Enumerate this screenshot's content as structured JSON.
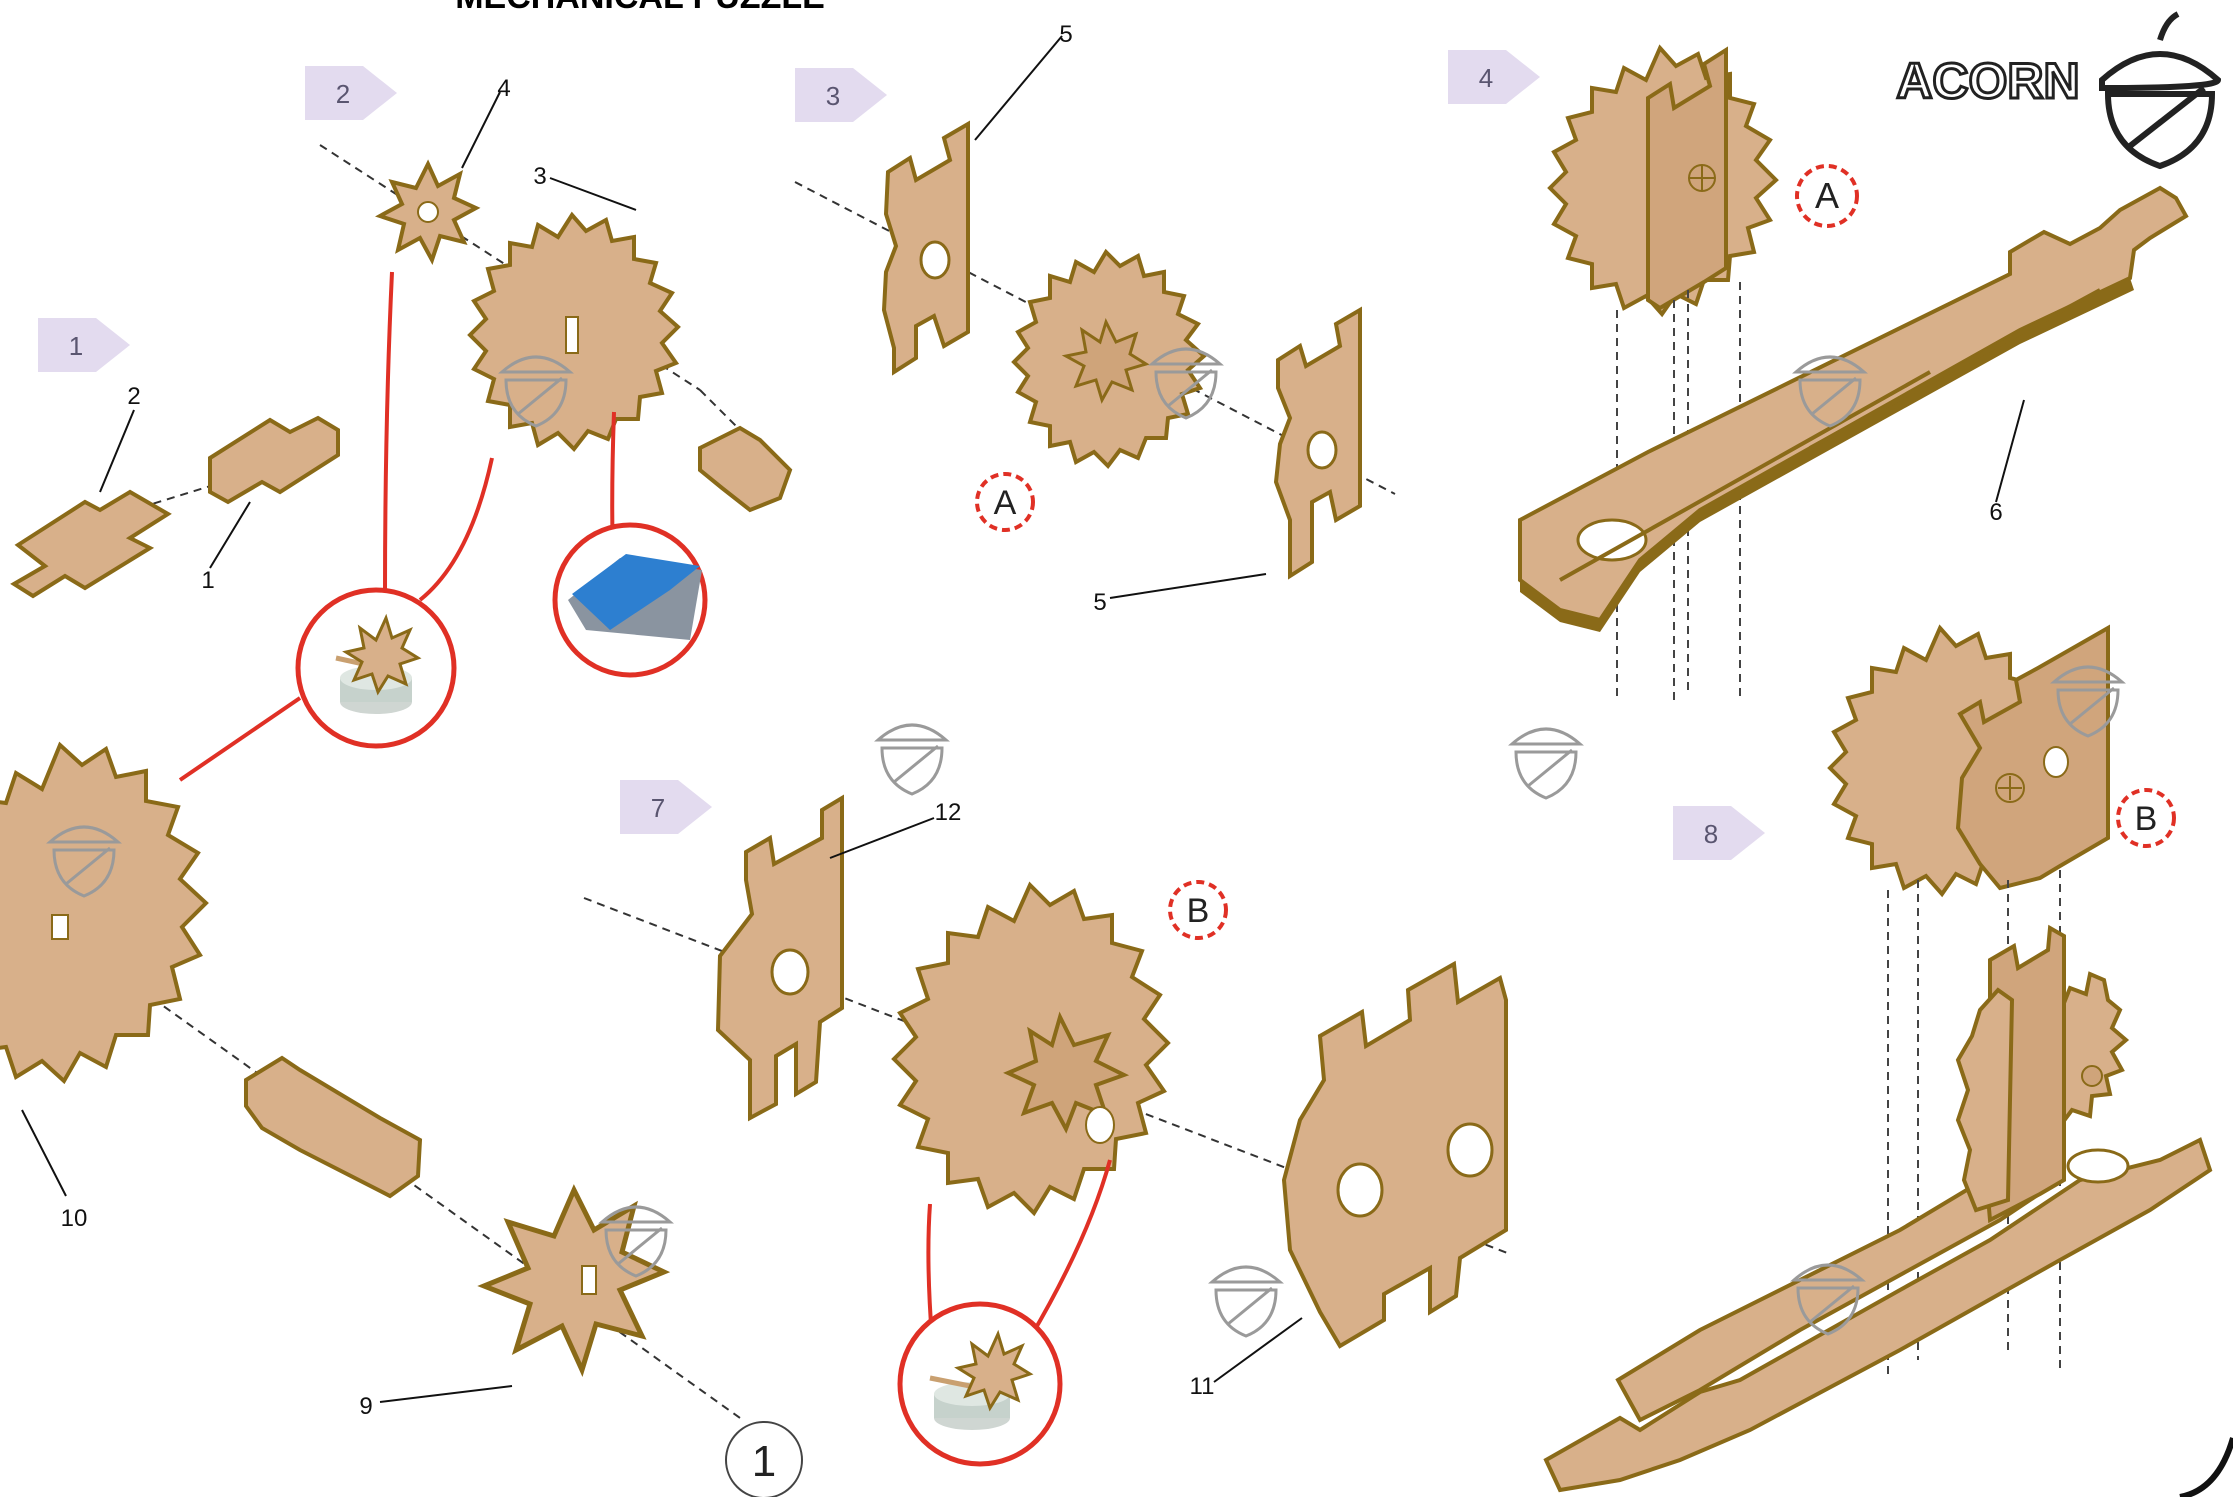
{
  "title": "MECHANICAL PUZZLE",
  "brand": {
    "name": "ACORN",
    "icon": "acorn-icon"
  },
  "steps": [
    {
      "label": "1"
    },
    {
      "label": "2"
    },
    {
      "label": "3"
    },
    {
      "label": "4"
    },
    {
      "label": "7"
    },
    {
      "label": "8"
    }
  ],
  "callouts": {
    "p1": "1",
    "p2": "2",
    "p3": "3",
    "p4": "4",
    "p5a": "5",
    "p5b": "5",
    "p6": "6",
    "p9": "9",
    "p10": "10",
    "p11": "11",
    "p12": "12"
  },
  "markers": {
    "a1": "A",
    "a2": "A",
    "b1": "B",
    "b2": "B"
  },
  "page_number": "1",
  "colors": {
    "wood": "#d8b08a",
    "wood_edge": "#8a6a18",
    "arrow": "#e3dbef",
    "arrow_text": "#5a5570",
    "glue": "#e03025",
    "marker": "#e03025",
    "blue_mat": "#2d7fd0",
    "watermark": "#9a9a9a"
  }
}
